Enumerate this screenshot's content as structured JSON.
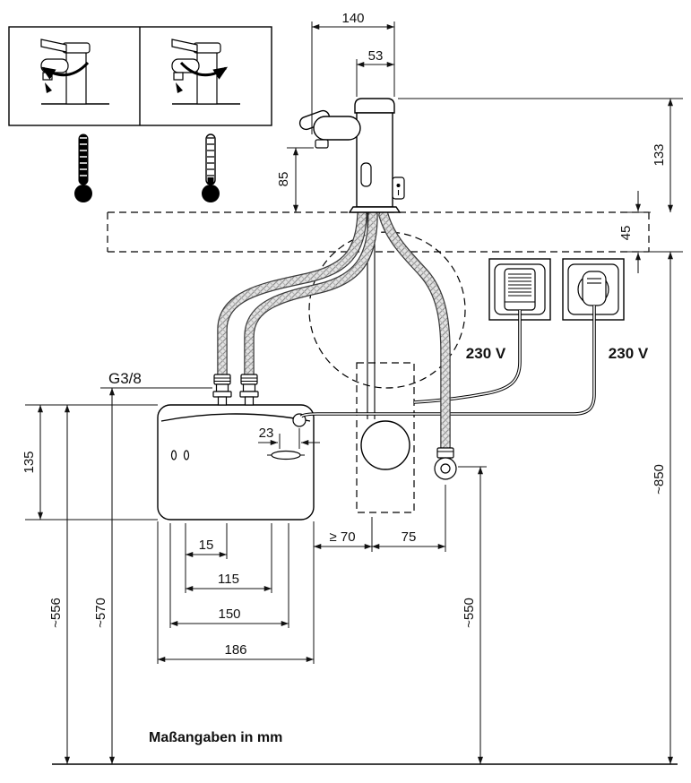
{
  "dims": {
    "d140": "140",
    "d53": "53",
    "d85": "85",
    "d133": "133",
    "d45": "45",
    "d23": "23",
    "d135": "135",
    "d15": "15",
    "d115": "115",
    "d150": "150",
    "d186": "186",
    "dmin70": "≥ 70",
    "d75": "75",
    "h556": "~556",
    "h570": "~570",
    "h550": "~550",
    "h850": "~850"
  },
  "labels": {
    "thread": "G3/8",
    "outlet_left": "230 V",
    "outlet_right": "230 V",
    "note": "Maßangaben in mm"
  }
}
